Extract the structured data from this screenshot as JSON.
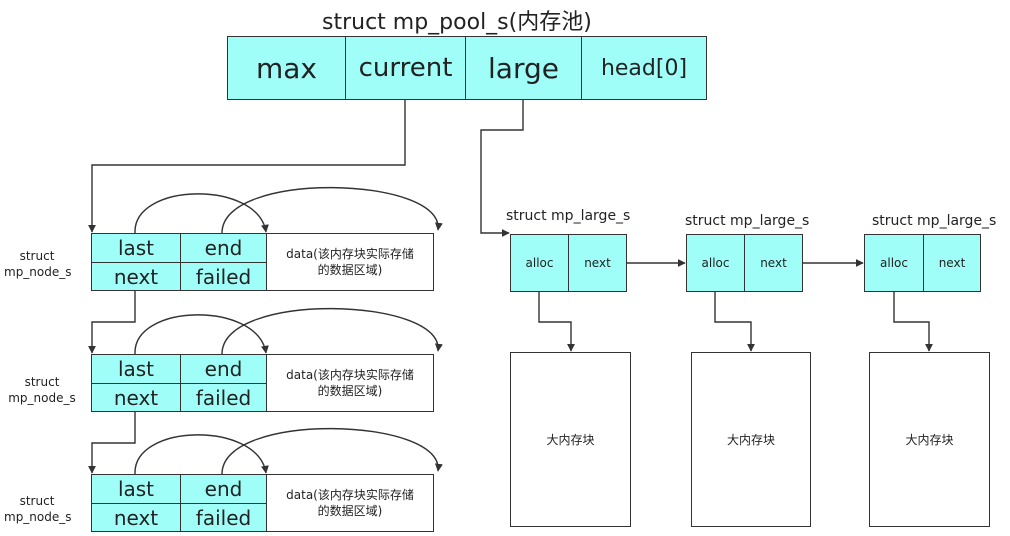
{
  "pool": {
    "title": "struct mp_pool_s(内存池)",
    "fields": [
      "max",
      "current",
      "large",
      "head[0]"
    ]
  },
  "node": {
    "label_line1": "struct",
    "label_line2": "mp_node_s",
    "fields": [
      "last",
      "end",
      "next",
      "failed"
    ],
    "data_line1": "data(该内存块实际存储",
    "data_line2": "的数据区域)"
  },
  "large": {
    "title": "struct mp_large_s",
    "fields": [
      "alloc",
      "next"
    ],
    "block_label": "大内存块"
  }
}
